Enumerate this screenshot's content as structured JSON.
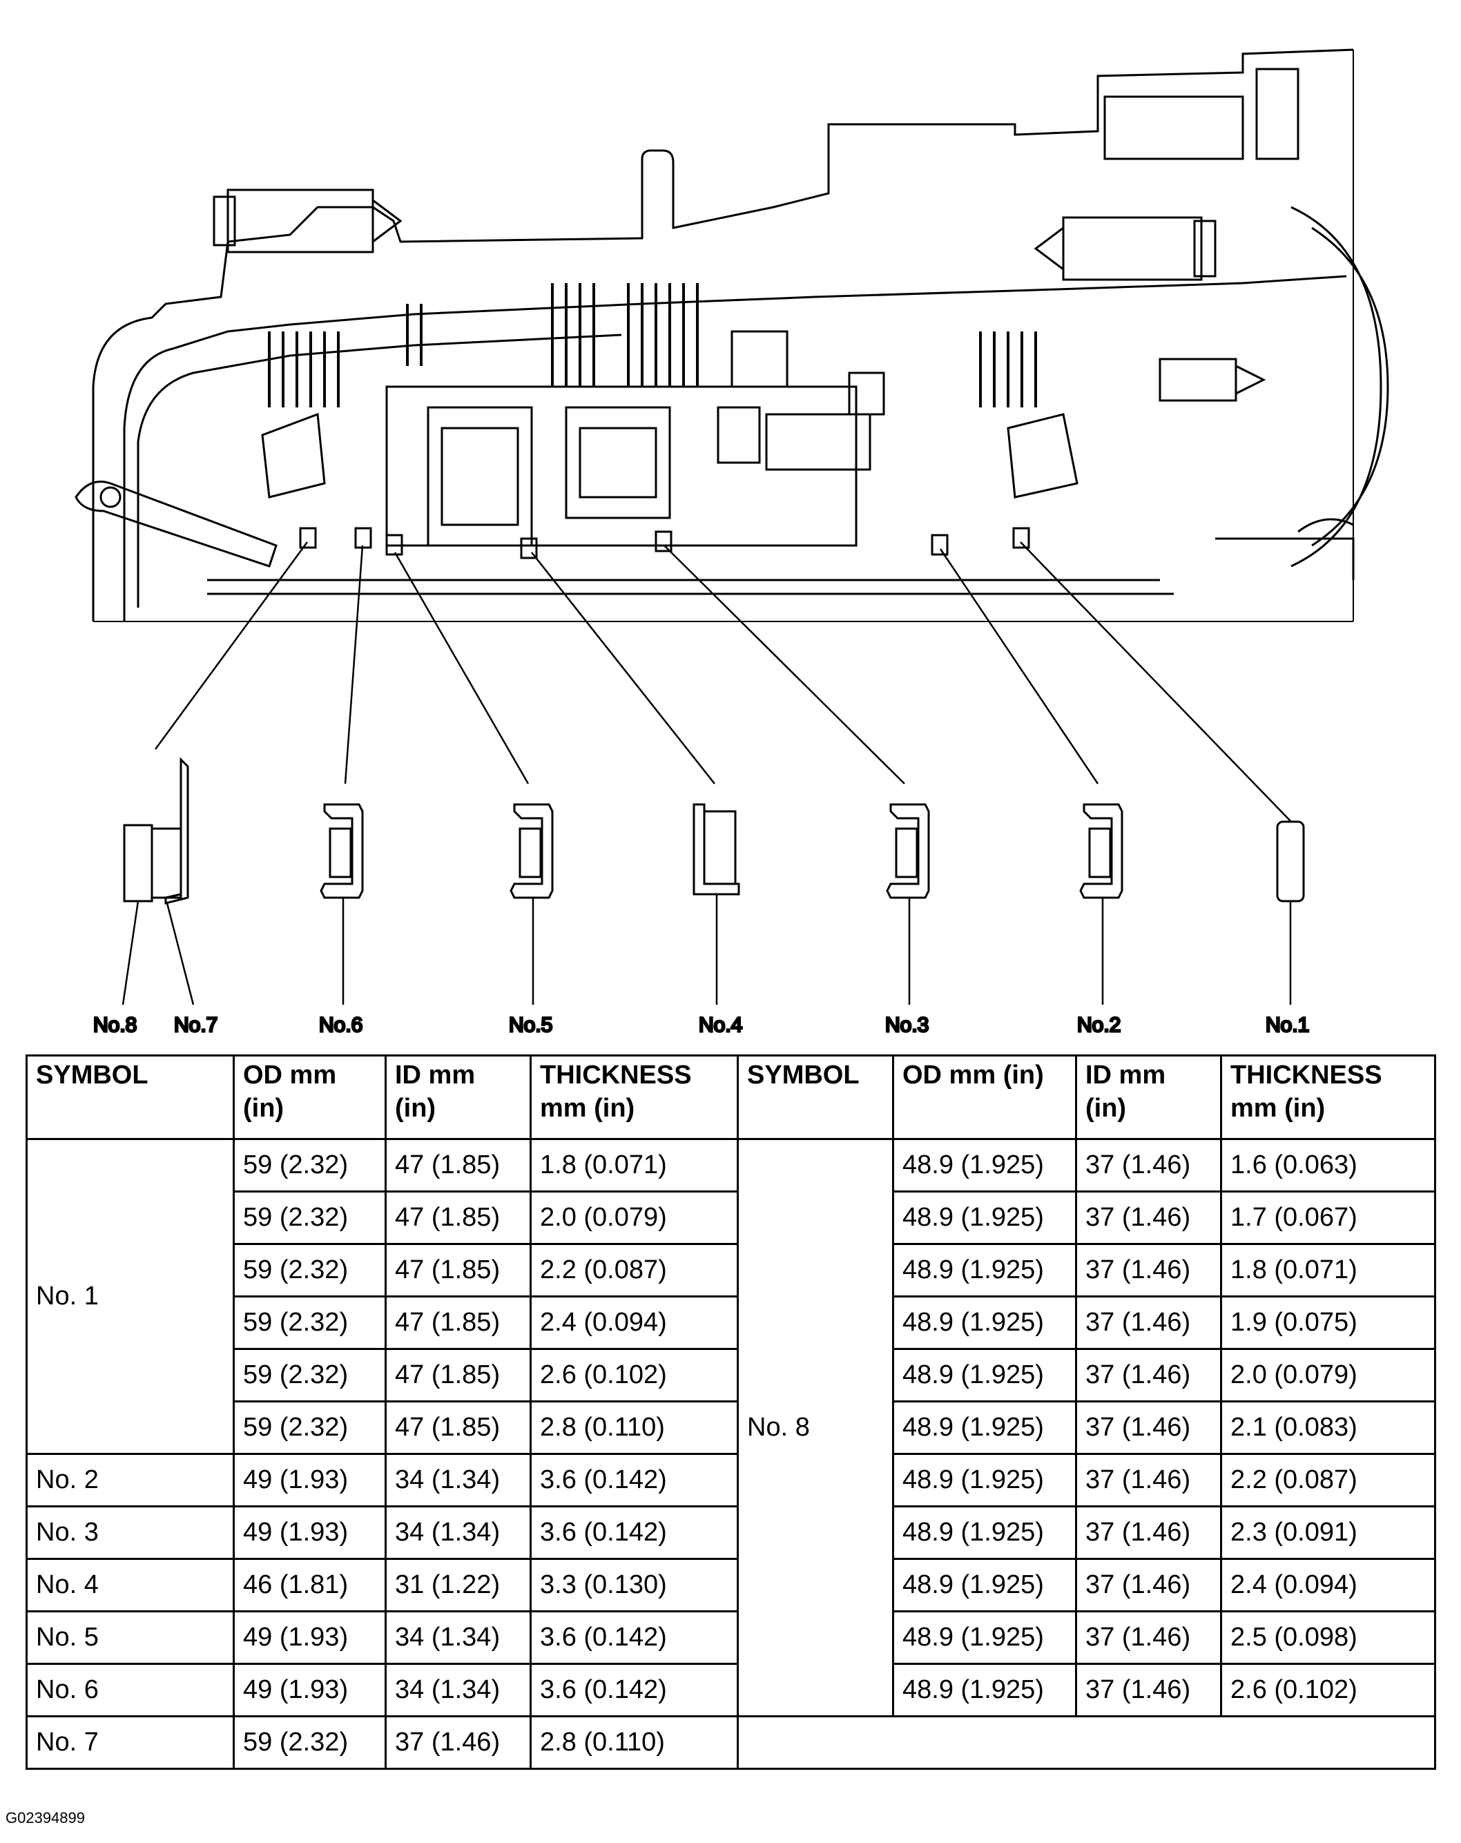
{
  "figure": {
    "callouts": [
      "No.8",
      "No.7",
      "No.6",
      "No.5",
      "No.4",
      "No.3",
      "No.2",
      "No.1"
    ]
  },
  "table": {
    "left_headers": [
      "SYMBOL",
      "OD mm (in)",
      "ID mm (in)",
      "THICKNESS mm (in)"
    ],
    "right_headers": [
      "SYMBOL",
      "OD mm (in)",
      "ID mm (in)",
      "THICKNESS mm (in)"
    ],
    "rows": [
      {
        "l_symbol": "No. 1",
        "l_od": "59 (2.32)",
        "l_id": "47 (1.85)",
        "l_th": "1.8 (0.071)",
        "r_symbol": "No. 8",
        "r_od": "48.9 (1.925)",
        "r_id": "37 (1.46)",
        "r_th": "1.6 (0.063)"
      },
      {
        "l_symbol": "",
        "l_od": "59 (2.32)",
        "l_id": "47 (1.85)",
        "l_th": "2.0 (0.079)",
        "r_symbol": "",
        "r_od": "48.9 (1.925)",
        "r_id": "37 (1.46)",
        "r_th": "1.7 (0.067)"
      },
      {
        "l_symbol": "",
        "l_od": "59 (2.32)",
        "l_id": "47 (1.85)",
        "l_th": "2.2 (0.087)",
        "r_symbol": "",
        "r_od": "48.9 (1.925)",
        "r_id": "37 (1.46)",
        "r_th": "1.8 (0.071)"
      },
      {
        "l_symbol": "",
        "l_od": "59 (2.32)",
        "l_id": "47 (1.85)",
        "l_th": "2.4 (0.094)",
        "r_symbol": "",
        "r_od": "48.9 (1.925)",
        "r_id": "37 (1.46)",
        "r_th": "1.9 (0.075)"
      },
      {
        "l_symbol": "",
        "l_od": "59 (2.32)",
        "l_id": "47 (1.85)",
        "l_th": "2.6 (0.102)",
        "r_symbol": "",
        "r_od": "48.9 (1.925)",
        "r_id": "37 (1.46)",
        "r_th": "2.0 (0.079)"
      },
      {
        "l_symbol": "",
        "l_od": "59 (2.32)",
        "l_id": "47 (1.85)",
        "l_th": "2.8 (0.110)",
        "r_symbol": "",
        "r_od": "48.9 (1.925)",
        "r_id": "37 (1.46)",
        "r_th": "2.1 (0.083)"
      },
      {
        "l_symbol": "No. 2",
        "l_od": "49 (1.93)",
        "l_id": "34 (1.34)",
        "l_th": "3.6 (0.142)",
        "r_symbol": "",
        "r_od": "48.9 (1.925)",
        "r_id": "37 (1.46)",
        "r_th": "2.2 (0.087)"
      },
      {
        "l_symbol": "No. 3",
        "l_od": "49 (1.93)",
        "l_id": "34 (1.34)",
        "l_th": "3.6 (0.142)",
        "r_symbol": "",
        "r_od": "48.9 (1.925)",
        "r_id": "37 (1.46)",
        "r_th": "2.3 (0.091)"
      },
      {
        "l_symbol": "No. 4",
        "l_od": "46 (1.81)",
        "l_id": "31 (1.22)",
        "l_th": "3.3 (0.130)",
        "r_symbol": "",
        "r_od": "48.9 (1.925)",
        "r_id": "37 (1.46)",
        "r_th": "2.4 (0.094)"
      },
      {
        "l_symbol": "No. 5",
        "l_od": "49 (1.93)",
        "l_id": "34 (1.34)",
        "l_th": "3.6 (0.142)",
        "r_symbol": "",
        "r_od": "48.9 (1.925)",
        "r_id": "37 (1.46)",
        "r_th": "2.5 (0.098)"
      },
      {
        "l_symbol": "No. 6",
        "l_od": "49 (1.93)",
        "l_id": "34 (1.34)",
        "l_th": "3.6 (0.142)",
        "r_symbol": "",
        "r_od": "48.9 (1.925)",
        "r_id": "37 (1.46)",
        "r_th": "2.6 (0.102)"
      },
      {
        "l_symbol": "No. 7",
        "l_od": "59 (2.32)",
        "l_id": "37 (1.46)",
        "l_th": "2.8 (0.110)",
        "r_symbol": "",
        "r_od": "",
        "r_id": "",
        "r_th": ""
      }
    ]
  },
  "figure_id": "G02394899"
}
